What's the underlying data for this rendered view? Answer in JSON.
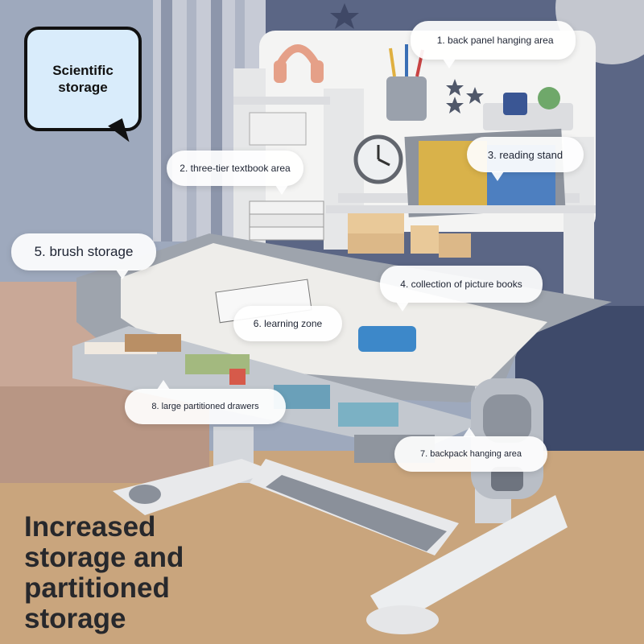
{
  "callouts": {
    "scientific_storage": "Scientific storage",
    "back_panel": "1. back panel hanging area",
    "three_tier": "2. three-tier textbook area",
    "reading_stand": "3. reading stand",
    "picture_books": "4. collection of picture books",
    "brush_storage": "5. brush storage",
    "learning_zone": "6. learning zone",
    "backpack_area": "7. backpack hanging area",
    "drawers": "8. large partitioned drawers"
  },
  "headline": "Increased\nstorage and\npartitioned\nstorage",
  "colors": {
    "desk_frame": "#c7cbd1",
    "desk_top": "#eeedea",
    "desk_trim": "#9ea4ad",
    "shelf_white": "#f4f4f3",
    "wall_blue": "#4d5a7a",
    "floor_wood": "#c9a57d",
    "callout_fill": "#d9ecfb"
  }
}
